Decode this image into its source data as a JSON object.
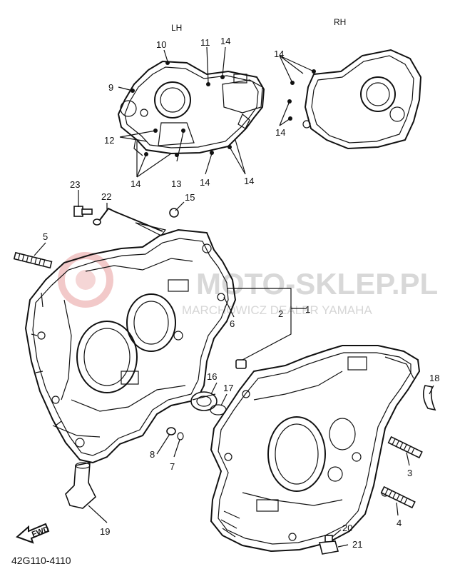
{
  "diagram": {
    "side_labels": {
      "left": "LH",
      "right": "RH"
    },
    "callouts": {
      "c1": "1",
      "c2": "2",
      "c3": "3",
      "c4": "4",
      "c5": "5",
      "c6": "6",
      "c7": "7",
      "c8": "8",
      "c9": "9",
      "c10": "10",
      "c11": "11",
      "c12": "12",
      "c13": "13",
      "c14": "14",
      "c15": "15",
      "c16": "16",
      "c17": "17",
      "c18": "18",
      "c19": "19",
      "c20": "20",
      "c21": "21",
      "c22": "22",
      "c23": "23"
    },
    "watermark": {
      "brand": "MOTO-SKLEP.PL",
      "dealer": "MARCHOWICZ DEALER YAMAHA"
    },
    "fwd_label": "FWD",
    "figure_code": "42G110-4110"
  },
  "colors": {
    "ink": "#111111",
    "watermark_gray": "#d8d8d8",
    "watermark_red": "#f2c9c9"
  }
}
